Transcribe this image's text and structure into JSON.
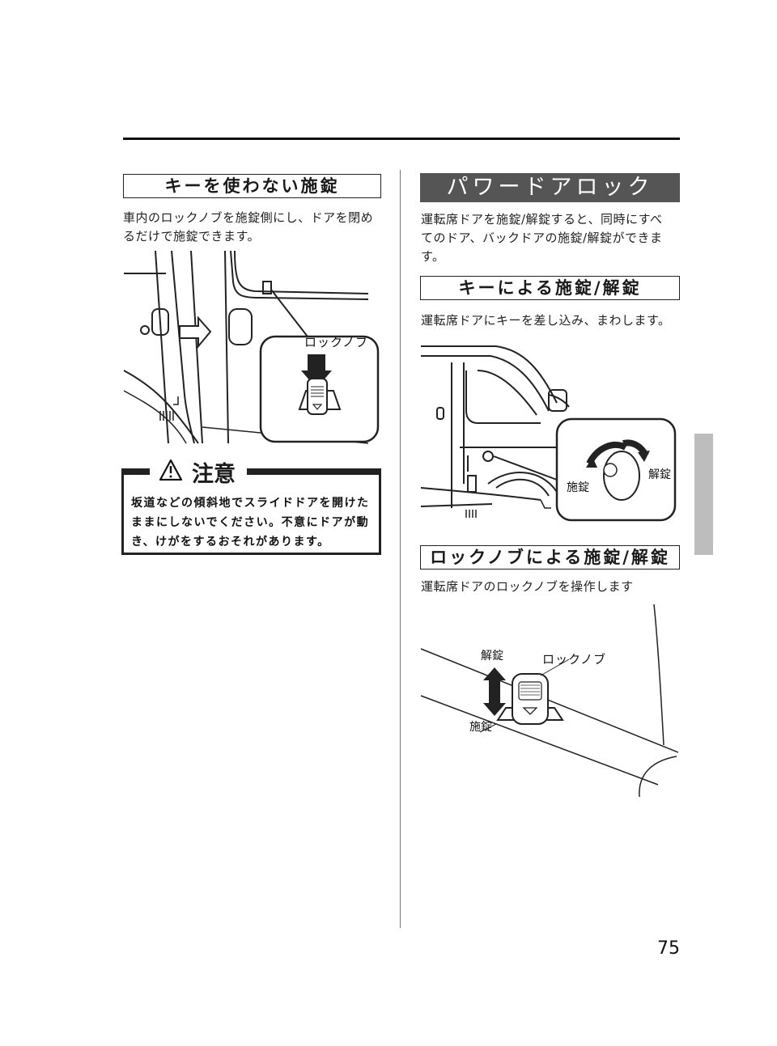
{
  "left": {
    "section_title": "キーを使わない施錠",
    "body": [
      "車内のロックノブを施錠側にし、ドアを閉め",
      "るだけで施錠できます。"
    ],
    "figure_label": "ロックノブ",
    "caution": {
      "title": "注意",
      "text": [
        "坂道などの傾斜地でスライドドアを開けた",
        "ままにしないでください。不意にドアが動",
        "き、けがをするおそれがあります。"
      ]
    }
  },
  "right": {
    "section_title": "パワードアロック",
    "body": [
      "運転席ドアを施錠/解錠すると、同時にすべ",
      "てのドア、バックドアの施錠/解錠ができま",
      "す。"
    ],
    "sub1": {
      "title": "キーによる施錠/解錠",
      "body": "運転席ドアにキーを差し込み、まわします。",
      "lock_label": "施錠",
      "unlock_label": "解錠"
    },
    "sub2": {
      "title": "ロックノブによる施錠/解錠",
      "body": "運転席ドアのロックノブを操作します",
      "unlock_label": "解錠",
      "knob_label": "ロックノブ",
      "lock_label": "施錠"
    }
  },
  "page_number": "75"
}
